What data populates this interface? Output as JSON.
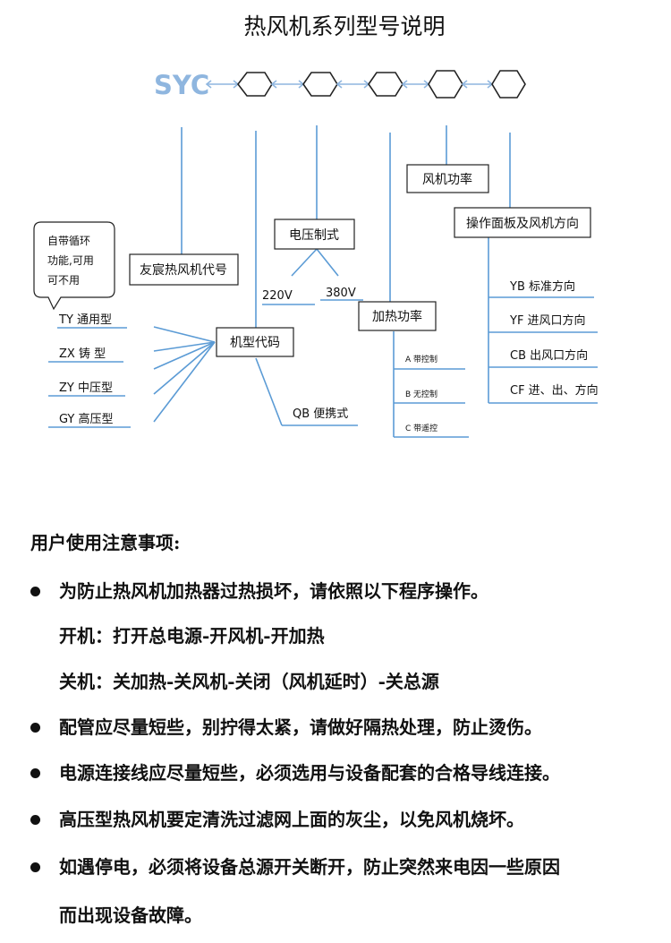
{
  "title": "热风机系列型号说明",
  "model_code": "SYC",
  "boxes": {
    "company_code": "友宸热风机代号",
    "voltage": "电压制式",
    "fan_power": "风机功率",
    "panel_direction": "操作面板及风机方向",
    "model_code": "机型代码",
    "heating_power": "加热功率"
  },
  "callout": [
    "自带循环",
    "功能,可用",
    "可不用"
  ],
  "voltages": [
    "220V",
    "380V"
  ],
  "model_types": [
    "TY  通用型",
    "ZX  铸    型",
    "ZY  中压型",
    "GY  高压型"
  ],
  "portable": "QB  便携式",
  "heating_options": [
    "A 带控制",
    "B 无控制",
    "C 带遥控"
  ],
  "directions": [
    "YB  标准方向",
    "YF  进风口方向",
    "CB  出风口方向",
    "CF  进、出、方向"
  ],
  "notes": {
    "heading": "用户使用注意事项:",
    "items": [
      "为防止热风机加热器过热损坏，请依照以下程序操作。",
      "开机：打开总电源-开风机-开加热",
      "关机：关加热-关风机-关闭（风机延时）-关总源",
      "配管应尽量短些，别拧得太紧，请做好隔热处理，防止烫伤。",
      "电源连接线应尽量短些，必须选用与设备配套的合格导线连接。",
      "高压型热风机要定清洗过滤网上面的灰尘，以免风机烧坏。",
      "如遇停电，必须将设备总源开关断开，防止突然来电因一些原因",
      "而出现设备故障。"
    ]
  },
  "colors": {
    "line": "#5b9bd5",
    "logo": "#8fb6df",
    "box_border": "#222222"
  }
}
